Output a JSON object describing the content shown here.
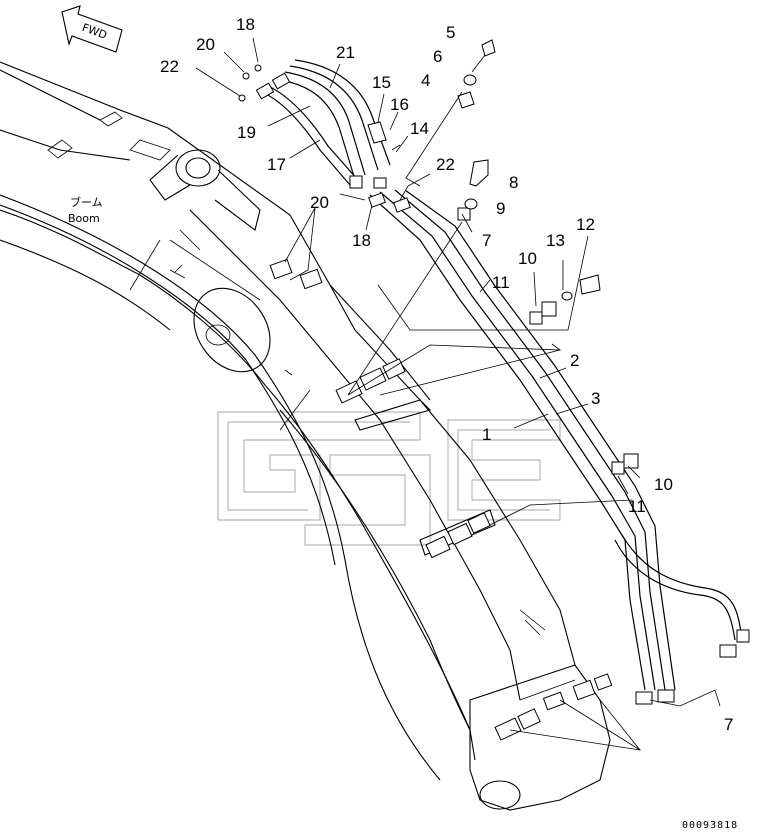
{
  "diagram": {
    "direction_label": "FWD",
    "boom_label_jp": "ブーム",
    "boom_label_en": "Boom",
    "figure_code": "00093818"
  },
  "callouts": [
    {
      "id": "c18a",
      "num": "18"
    },
    {
      "id": "c20a",
      "num": "20"
    },
    {
      "id": "c22a",
      "num": "22"
    },
    {
      "id": "c21",
      "num": "21"
    },
    {
      "id": "c5",
      "num": "5"
    },
    {
      "id": "c6",
      "num": "6"
    },
    {
      "id": "c4",
      "num": "4"
    },
    {
      "id": "c15",
      "num": "15"
    },
    {
      "id": "c16",
      "num": "16"
    },
    {
      "id": "c14",
      "num": "14"
    },
    {
      "id": "c19",
      "num": "19"
    },
    {
      "id": "c17",
      "num": "17"
    },
    {
      "id": "c22b",
      "num": "22"
    },
    {
      "id": "c8",
      "num": "8"
    },
    {
      "id": "c9",
      "num": "9"
    },
    {
      "id": "c20b",
      "num": "20"
    },
    {
      "id": "c18b",
      "num": "18"
    },
    {
      "id": "c7a",
      "num": "7"
    },
    {
      "id": "c12",
      "num": "12"
    },
    {
      "id": "c13",
      "num": "13"
    },
    {
      "id": "c10a",
      "num": "10"
    },
    {
      "id": "c11a",
      "num": "11"
    },
    {
      "id": "c2",
      "num": "2"
    },
    {
      "id": "c3",
      "num": "3"
    },
    {
      "id": "c1",
      "num": "1"
    },
    {
      "id": "c10b",
      "num": "10"
    },
    {
      "id": "c11b",
      "num": "11"
    },
    {
      "id": "c7b",
      "num": "7"
    }
  ]
}
